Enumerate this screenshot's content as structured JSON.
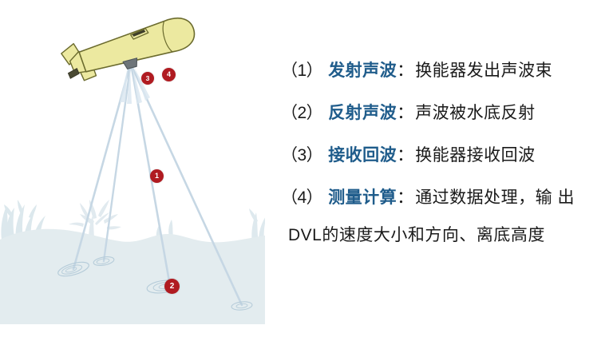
{
  "slide": {
    "background_color": "#FFFFFF"
  },
  "illustration": {
    "panel_name": "dvl-beam-diagram",
    "seafloor_color": "#E3ECEF",
    "water_color": "#FFFFFF",
    "beam_color": "#C6D7E4",
    "vehicle": {
      "name": "auv-underwater-vehicle",
      "body_color": "#ECE9A0",
      "outline_color": "#6B6B2E",
      "transducer_color": "#6E7579",
      "transducer_label": "dvl-transducer"
    },
    "seabed_features": [
      "seaweed-left",
      "coral-center",
      "seaweed-right"
    ],
    "beams": [
      {
        "name": "beam-1",
        "footprint": "footprint-1"
      },
      {
        "name": "beam-2",
        "footprint": "footprint-2"
      },
      {
        "name": "beam-3",
        "footprint": "footprint-3"
      },
      {
        "name": "beam-4",
        "footprint": "footprint-4"
      }
    ],
    "markers": [
      {
        "id": "1",
        "label": "1",
        "color": "#B01B21"
      },
      {
        "id": "2",
        "label": "2",
        "color": "#B01B21"
      },
      {
        "id": "3",
        "label": "3",
        "color": "#B01B21"
      },
      {
        "id": "4",
        "label": "4",
        "color": "#B01B21"
      }
    ]
  },
  "steps": {
    "accent_color": "#1F5C8B",
    "separator": "：",
    "items": [
      {
        "index": "（1）",
        "term": "发射声波",
        "description": "换能器发出声波束"
      },
      {
        "index": "（2）",
        "term": "反射声波",
        "description": "声波被水底反射"
      },
      {
        "index": "（3）",
        "term": "接收回波",
        "description": "换能器接收回波"
      },
      {
        "index": "（4）",
        "term": "测量计算",
        "description": "通过数据处理，输 出"
      }
    ],
    "continuation": "DVL的速度大小和方向、离底高度"
  }
}
